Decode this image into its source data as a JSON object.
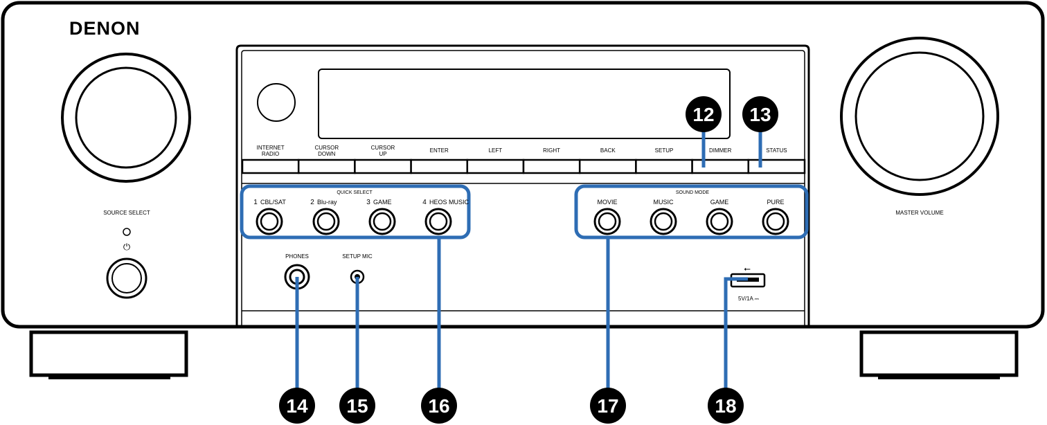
{
  "brand": "DENON",
  "labels": {
    "source_select": "SOURCE SELECT",
    "master_volume": "MASTER VOLUME",
    "power_symbol": "⏻",
    "phones": "PHONES",
    "setup_mic": "SETUP MIC",
    "usb_symbol": "⭠",
    "usb_rating": "5V/1A ⎓"
  },
  "nav_buttons": [
    {
      "line1": "INTERNET",
      "line2": "RADIO"
    },
    {
      "line1": "CURSOR",
      "line2": "DOWN"
    },
    {
      "line1": "CURSOR",
      "line2": "UP"
    },
    {
      "line1": "ENTER",
      "line2": ""
    },
    {
      "line1": "LEFT",
      "line2": ""
    },
    {
      "line1": "RIGHT",
      "line2": ""
    },
    {
      "line1": "BACK",
      "line2": ""
    },
    {
      "line1": "SETUP",
      "line2": ""
    },
    {
      "line1": "DIMMER",
      "line2": ""
    },
    {
      "line1": "STATUS",
      "line2": ""
    }
  ],
  "quick_select": {
    "title": "QUICK SELECT",
    "buttons": [
      {
        "num": "1",
        "label": "CBL/SAT"
      },
      {
        "num": "2",
        "label": "Blu-ray"
      },
      {
        "num": "3",
        "label": "GAME"
      },
      {
        "num": "4",
        "label": "HEOS MUSIC"
      }
    ]
  },
  "sound_mode": {
    "title": "SOUND MODE",
    "buttons": [
      "MOVIE",
      "MUSIC",
      "GAME",
      "PURE"
    ]
  },
  "callouts": [
    "12",
    "13",
    "14",
    "15",
    "16",
    "17",
    "18"
  ],
  "colors": {
    "highlight": "#2e6db4",
    "line": "#000000",
    "callout_fill": "#000000"
  }
}
